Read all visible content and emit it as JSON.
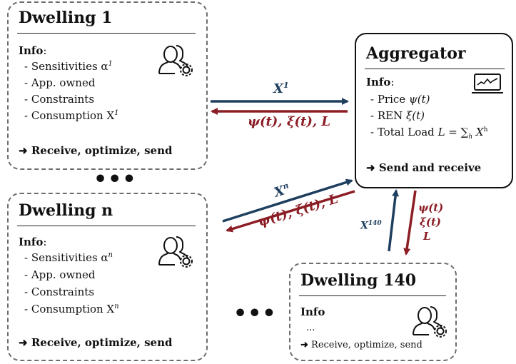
{
  "dwelling1": {
    "title": "Dwelling 1",
    "info_label": "Info",
    "items": [
      "- Sensitivities α",
      "- App. owned",
      "- Constraints",
      "- Consumption X"
    ],
    "sup_alpha": "1",
    "sup_x": "1",
    "footer": "Receive, optimize, send"
  },
  "dwellingn": {
    "title": "Dwelling n",
    "info_label": "Info",
    "items": [
      "- Sensitivities α",
      "- App. owned",
      "- Constraints",
      "- Consumption X"
    ],
    "sup_alpha": "n",
    "sup_x": "n",
    "footer": "Receive, optimize, send"
  },
  "dwelling140": {
    "title": "Dwelling 140",
    "info_label": "Info",
    "item": "...",
    "footer": "Receive, optimize, send"
  },
  "aggregator": {
    "title": "Aggregator",
    "info_label": "Info",
    "price_label": "- Price ",
    "price_symbol": "ψ(t)",
    "ren_label": "- REN ",
    "ren_symbol": "ξ(t)",
    "load_label": "- Total Load ",
    "load_formula": "L = ∑",
    "load_sub": "h",
    "load_x": " X",
    "load_sup": "h",
    "footer": "Send and receive"
  },
  "ellipsis": "•••",
  "arrows": {
    "x1_label": "X",
    "x1_sup": "1",
    "signals_label": "ψ(t), ξ(t), L",
    "xn_label": "X",
    "xn_sup": "n",
    "x140_label": "X",
    "x140_sup": "140",
    "down_signals": [
      "ψ(t)",
      "ξ(t)",
      "L"
    ]
  },
  "colors": {
    "upstream": "#1f3f5e",
    "downstream": "#8b1d24",
    "box_border_dashed": "#6e6e6e"
  }
}
